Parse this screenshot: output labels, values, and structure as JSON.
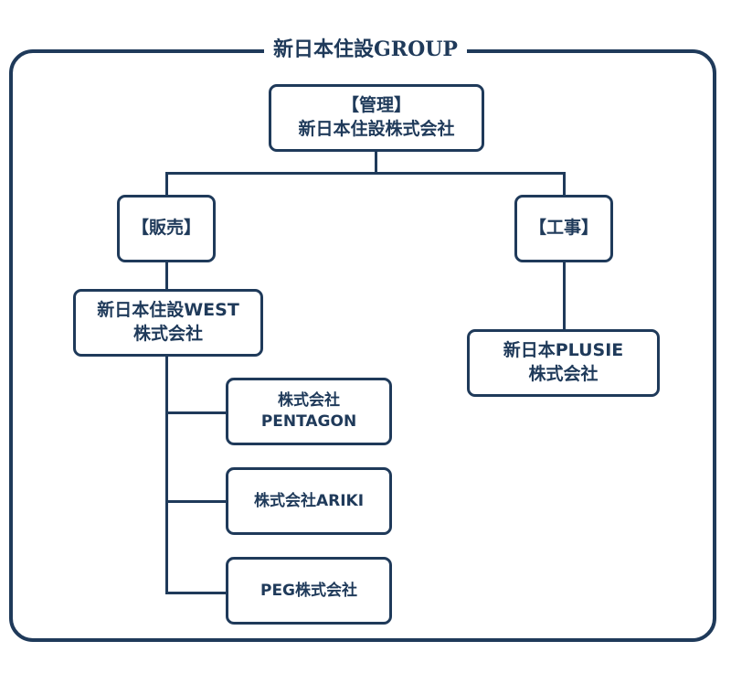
{
  "group_title": "新日本住設GROUP",
  "nodes": {
    "root": {
      "line1": "【管理】",
      "line2": "新日本住設株式会社"
    },
    "sales": {
      "label": "【販売】"
    },
    "construction": {
      "label": "【工事】"
    },
    "west": {
      "line1": "新日本住設WEST",
      "line2": "株式会社"
    },
    "plusie": {
      "line1": "新日本PLUSIE",
      "line2": "株式会社"
    },
    "pentagon": {
      "line1": "株式会社",
      "line2": "PENTAGON"
    },
    "ariki": {
      "label": "株式会社ARIKI"
    },
    "peg": {
      "label": "PEG株式会社"
    }
  },
  "colors": {
    "primary": "#1f3a5a",
    "background": "#ffffff"
  }
}
